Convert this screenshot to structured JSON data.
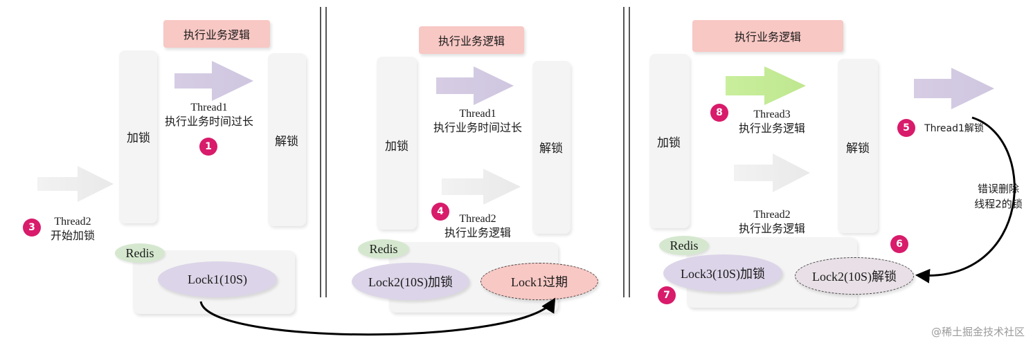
{
  "panels": [
    {
      "title": "执行业务逻辑",
      "acquire": "加锁",
      "release": "解锁",
      "thread_main": {
        "name": "Thread1",
        "desc": "执行业务时间过长",
        "badge": "1"
      },
      "thread_waiting": {
        "name": "Thread2",
        "desc": "开始加锁",
        "badge": "3"
      },
      "redis": "Redis",
      "locks": [
        "Lock1(10S)"
      ]
    },
    {
      "title": "执行业务逻辑",
      "acquire": "加锁",
      "release": "解锁",
      "thread_main": {
        "name": "Thread1",
        "desc": "执行业务时间过长"
      },
      "thread_second": {
        "name": "Thread2",
        "desc": "执行业务逻辑",
        "badge": "4"
      },
      "redis": "Redis",
      "locks": [
        "Lock2(10S)加锁",
        "Lock1过期"
      ]
    },
    {
      "title": "执行业务逻辑",
      "acquire": "加锁",
      "release": "解锁",
      "thread_main": {
        "name": "Thread3",
        "desc": "执行业务逻辑",
        "badge": "8"
      },
      "thread_second": {
        "name": "Thread2",
        "desc": "执行业务逻辑"
      },
      "thread_release": {
        "name": "Thread1解锁",
        "badge": "5"
      },
      "side_note": [
        "错误删除",
        "线程2的锁"
      ],
      "badge_6": "6",
      "badge_7": "7",
      "redis": "Redis",
      "locks": [
        "Lock3(10S)加锁",
        "Lock2(10S)解锁"
      ]
    }
  ],
  "watermark": "@稀土掘金技术社区",
  "colors": {
    "arrow_purple": "#dcd4e8",
    "arrow_green": "#c6ea9c",
    "arrow_grey": "#ededed",
    "badge": "#d81b6a",
    "title_bg": "#f8c8c4",
    "redis_tag": "#d5e8cf"
  }
}
